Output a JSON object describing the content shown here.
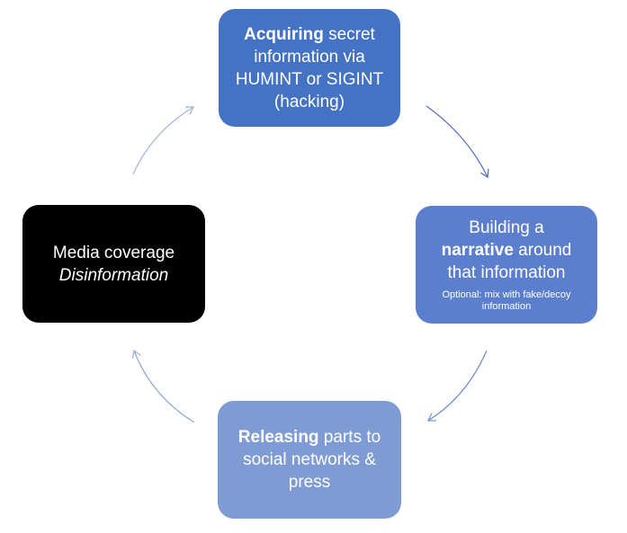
{
  "nodes": {
    "top": {
      "line1_bold": "Acquiring",
      "line1_rest": " secret",
      "line2": "information via",
      "line3": "HUMINT or SIGINT",
      "line4": "(hacking)"
    },
    "right": {
      "line1": "Building a",
      "line2_bold": "narrative",
      "line2_rest": " around",
      "line3": "that information",
      "note_line1": "Optional: mix with fake/decoy",
      "note_line2": "information"
    },
    "bottom": {
      "line1_bold": "Releasing",
      "line1_rest": " parts to",
      "line2": "social networks &",
      "line3": "press"
    },
    "left": {
      "line1": "Media coverage",
      "line2_italic": "Disinformation"
    }
  },
  "colors": {
    "top": "#4472c4",
    "right": "#5b7fcd",
    "bottom": "#7f9bd3",
    "left": "#000000",
    "arrow_dark": "#4f6fbf",
    "arrow_light": "#9fb3dc"
  }
}
